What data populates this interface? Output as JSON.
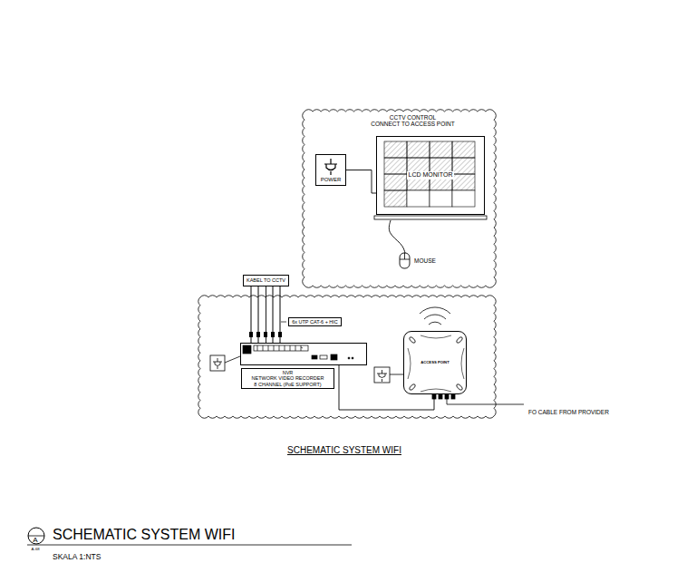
{
  "diagram": {
    "title": "SCHEMATIC SYSTEM WIFI",
    "caption": "SCHEMATIC SYSTEM WIFI",
    "nodes": [
      {
        "text": [
          "CCTV CONTROL",
          "CONNECT TO ACCESS POINT"
        ]
      },
      {
        "text": [
          "POWER"
        ],
        "in": 0
      },
      {
        "text": [
          "LCD MONITOR"
        ],
        "in": 0
      },
      {
        "text": [
          "MOUSE"
        ],
        "in": 0
      },
      {
        "text": [
          "KABEL TO CCTV"
        ]
      },
      {
        "text": [
          "6x UTP CAT-6 + HIC"
        ]
      },
      {
        "text": [
          "NVR",
          "NETWORK VIDEO RECORDER",
          "8 CHANNEL (PoE SUPPORT)"
        ]
      },
      {
        "text": [
          "ACCESS POINT"
        ]
      }
    ],
    "edges": [
      {
        "from": 1,
        "to": 2,
        "arrow": "none"
      },
      {
        "from": 2,
        "to": 3,
        "arrow": "none"
      },
      {
        "from": 4,
        "to": 6,
        "arrow": "none"
      },
      {
        "from": 6,
        "to": 7,
        "arrow": "none"
      }
    ],
    "labels": [
      "FO CABLE FROM PROVIDER",
      "A",
      "A-68",
      "SKALA 1:NTS"
    ]
  }
}
